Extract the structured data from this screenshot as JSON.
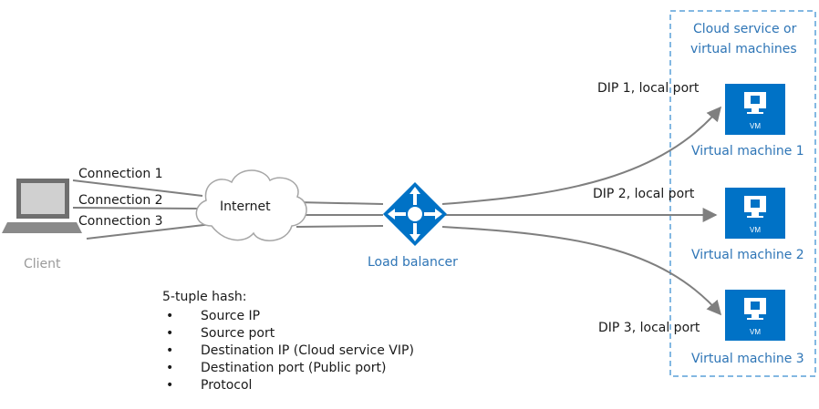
{
  "client": {
    "label": "Client"
  },
  "connections": [
    "Connection 1",
    "Connection 2",
    "Connection 3"
  ],
  "internet": {
    "label": "Internet"
  },
  "load_balancer": {
    "label": "Load balancer"
  },
  "cloud_group": {
    "title_line1": "Cloud service or",
    "title_line2": "virtual machines"
  },
  "vms": [
    {
      "label": "Virtual machine 1",
      "badge": "VM",
      "dip": "DIP 1, local port"
    },
    {
      "label": "Virtual machine 2",
      "badge": "VM",
      "dip": "DIP 2, local port"
    },
    {
      "label": "Virtual machine 3",
      "badge": "VM",
      "dip": "DIP 3, local port"
    }
  ],
  "hash": {
    "title": "5-tuple hash:",
    "items": [
      "Source IP",
      "Source port",
      "Destination IP (Cloud service VIP)",
      "Destination port (Public port)",
      "Protocol"
    ],
    "bullet": "•"
  },
  "colors": {
    "azure_blue": "#0072c6",
    "label_blue": "#2e75b6",
    "dashed_border": "#5aa0d8",
    "line_grey": "#7f7f7f",
    "client_grey": "#9a9a9a"
  },
  "icons": {
    "client": "laptop-icon",
    "internet": "cloud-icon",
    "load_balancer": "load-balancer-icon",
    "vm": "virtual-machine-icon"
  }
}
